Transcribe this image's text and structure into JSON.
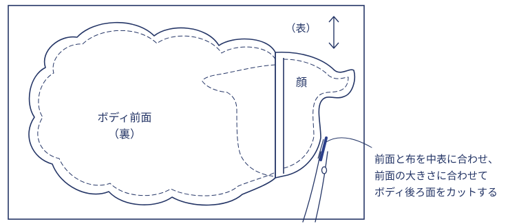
{
  "labels": {
    "side_label": "（表）",
    "face_label": "顔",
    "body_label_line1": "ボディ前面",
    "body_label_line2": "（裏）"
  },
  "note": {
    "line1": "前面と布を中表に合わせ、",
    "line2": "前面の大きさに合わせて",
    "line3": "ボディ後ろ面をカットする"
  },
  "colors": {
    "ink": "#243566",
    "paper": "#ffffff",
    "scissor_blade": "#2b3f8a"
  },
  "icons": {
    "grain_arrow": "double-headed-vertical-arrow",
    "scissors": "scissors-icon"
  }
}
